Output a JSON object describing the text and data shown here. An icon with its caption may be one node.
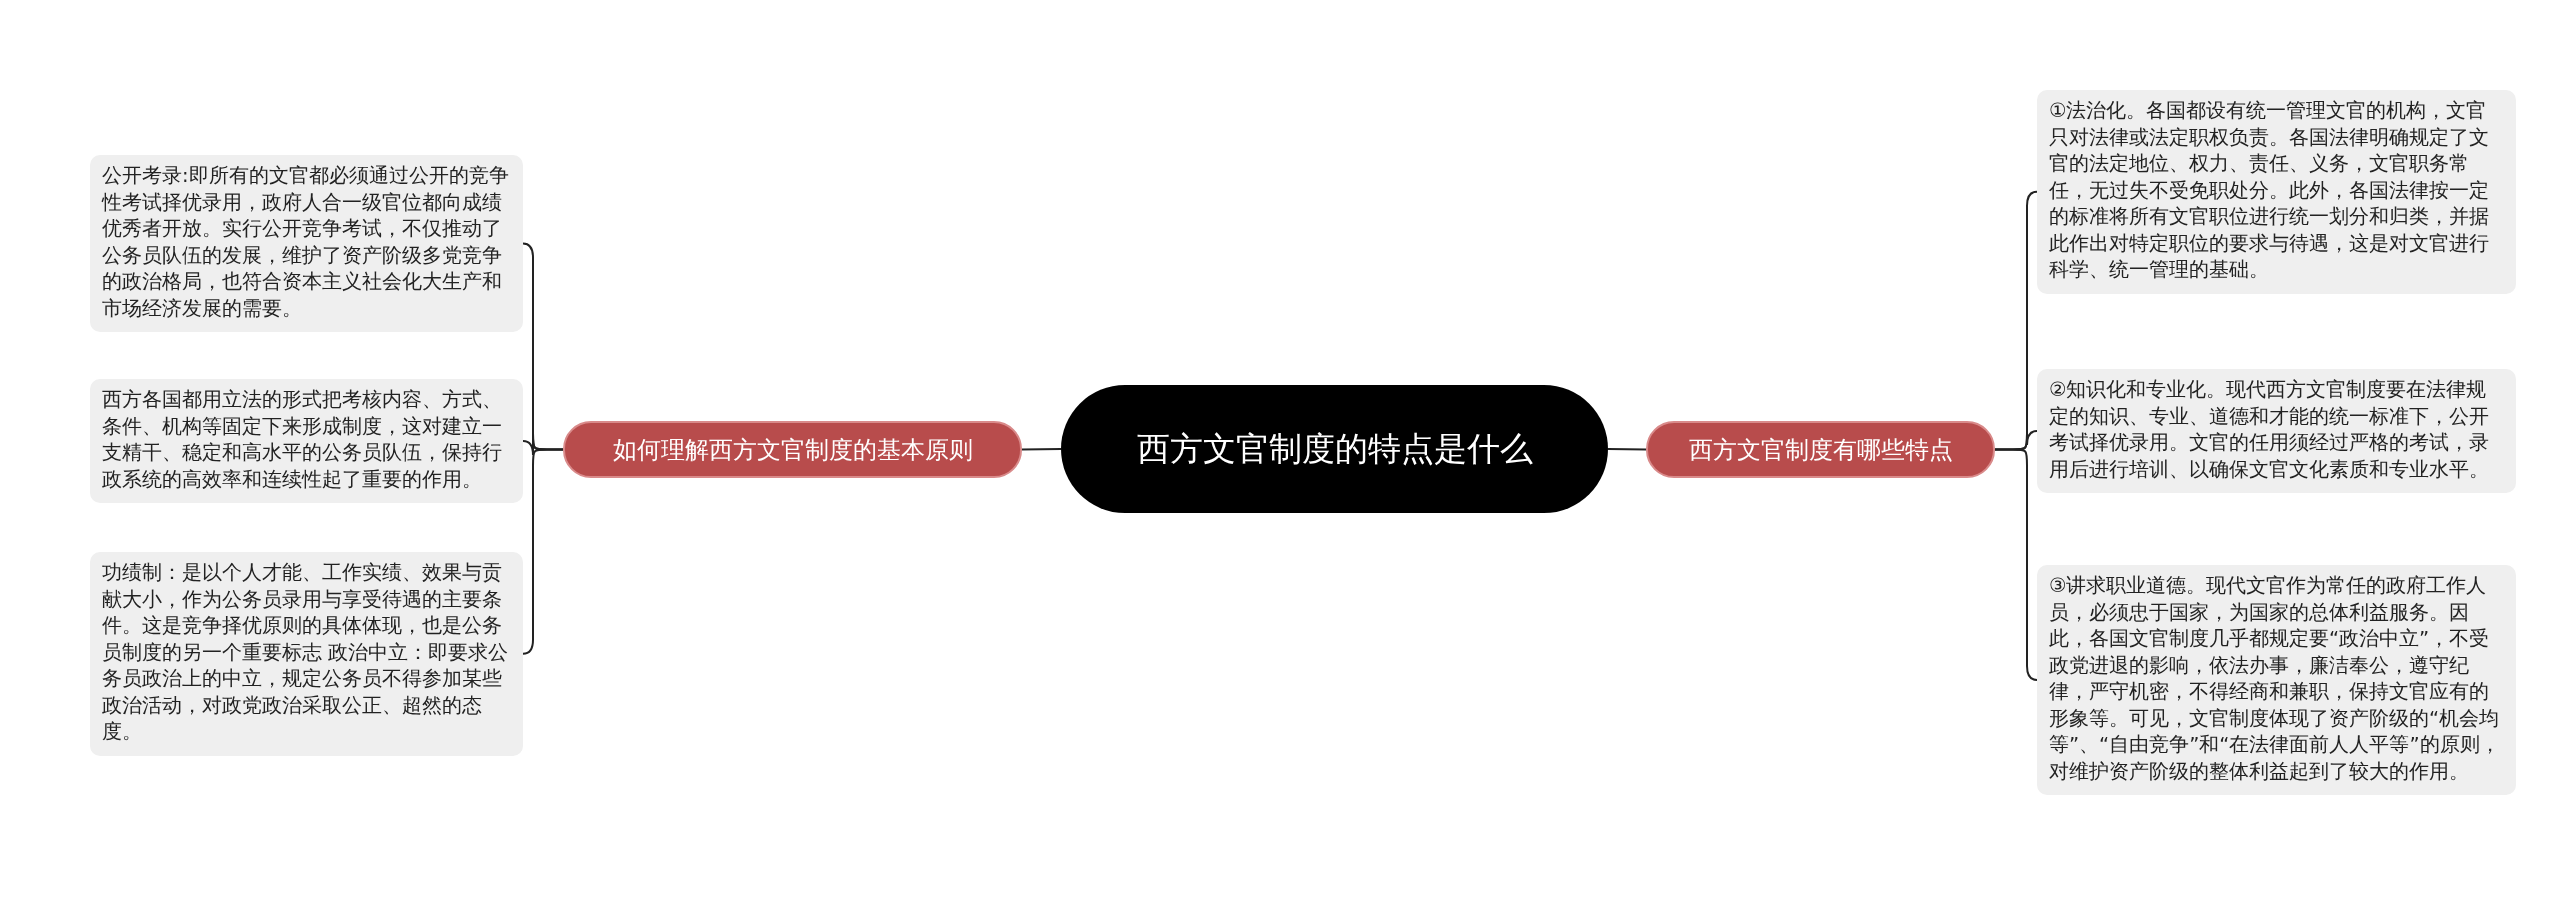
{
  "diagram": {
    "nodes": [
      {
        "text": [
          "西方文官制度的特点是什么"
        ]
      },
      {
        "text": [
          "如何理解西方文官制度的基本原则"
        ]
      },
      {
        "text": [
          "公开考录:即所有的文官都必须通过公开的竞争性考试择优录用，政府人合一级官位都向成绩优秀者开放。实行公开竞争考试，不仅推动了公务员队伍的发展，维护了资产阶级多党竞争的政治格局，也符合资本主义社会化大生产和市场经济发展的需要。"
        ]
      },
      {
        "text": [
          "西方各国都用立法的形式把考核内容、方式、条件、机构等固定下来形成制度，这对建立一支精干、稳定和高水平的公务员队伍，保持行政系统的高效率和连续性起了重要的作用。"
        ]
      },
      {
        "text": [
          "功绩制：是以个人才能、工作实绩、效果与贡献大小，作为公务员录用与享受待遇的主要条件。这是竞争择优原则的具体体现，也是公务员制度的另一个重要标志 政治中立：即要求公务员政治上的中立，规定公务员不得参加某些政治活动，对政党政治采取公正、超然的态度。"
        ]
      },
      {
        "text": [
          "西方文官制度有哪些特点"
        ]
      },
      {
        "text": [
          "①法治化。各国都设有统一管理文官的机构，文官只对法律或法定职权负责。各国法律明确规定了文官的法定地位、权力、责任、义务，文官职务常任，无过失不受免职处分。此外，各国法律按一定的标准将所有文官职位进行统一划分和归类，并据此作出对特定职位的要求与待遇，这是对文官进行科学、统一管理的基础。"
        ]
      },
      {
        "text": [
          "②知识化和专业化。现代西方文官制度要在法律规定的知识、专业、道德和才能的统一标准下，公开考试择优录用。文官的任用须经过严格的考试，录用后进行培训、以确保文官文化素质和专业水平。"
        ]
      },
      {
        "text": [
          "③讲求职业道德。现代文官作为常任的政府工作人员，必须忠于国家，为国家的总体利益服务。因此，各国文官制度几乎都规定要“政治中立”，不受政党进退的影响，依法办事，廉洁奉公，遵守纪律，严守机密，不得经商和兼职，保持文官应有的形象等。可见，文官制度体现了资产阶级的“机会均等”、“自由竞争”和“在法律面前人人平等”的原则，对维护资产阶级的整体利益起到了较大的作用。"
        ]
      }
    ],
    "edges": [
      {
        "from": 0,
        "to": 1,
        "arrow": "none"
      },
      {
        "from": 1,
        "to": 2,
        "arrow": "none"
      },
      {
        "from": 1,
        "to": 3,
        "arrow": "none"
      },
      {
        "from": 1,
        "to": 4,
        "arrow": "none"
      },
      {
        "from": 0,
        "to": 5,
        "arrow": "none"
      },
      {
        "from": 5,
        "to": 6,
        "arrow": "none"
      },
      {
        "from": 5,
        "to": 7,
        "arrow": "none"
      },
      {
        "from": 5,
        "to": 8,
        "arrow": "none"
      }
    ]
  }
}
